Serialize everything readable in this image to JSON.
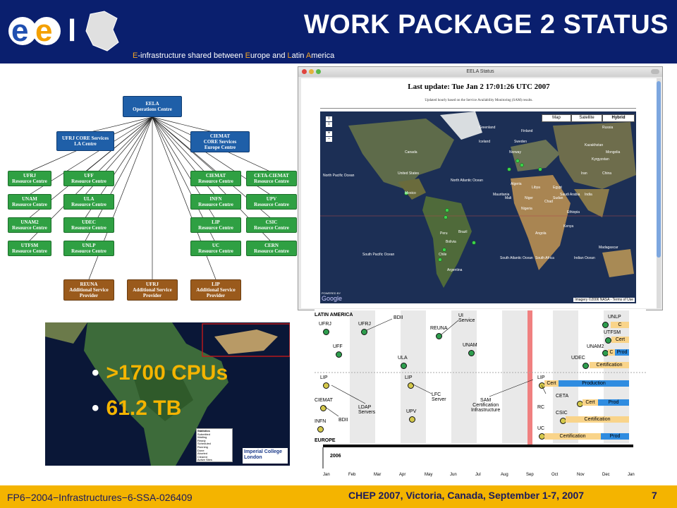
{
  "header": {
    "title": "WORK PACKAGE 2 STATUS",
    "tagline_parts": [
      "E",
      "-infrastructure shared between ",
      "E",
      "urope and ",
      "L",
      "atin ",
      "A",
      "merica"
    ]
  },
  "org_chart": {
    "top": "EELA\nOperations Centre",
    "left_core": "UFRJ CORE Services\nLA Centre",
    "right_core": "CIEMAT\nCORE Services\nEurope Centre",
    "la_resources": [
      [
        "UFRJ\nResource Centre",
        "UFF\nResource Centre"
      ],
      [
        "UNAM\nResource Centre",
        "ULA\nResource Centre"
      ],
      [
        "UNAM2\nResource Centre",
        "UDEC\nResource Centre"
      ],
      [
        "UTFSM\nResource Centre",
        "UNLP\nResource Centre"
      ]
    ],
    "eu_resources": [
      [
        "CIEMAT\nResource Centre",
        "CETA-CIEMAT\nResource Centre"
      ],
      [
        "INFN\nResource Centre",
        "UPV\nResource Centre"
      ],
      [
        "LIP\nResource Centre",
        "CSIC\nResource Centre"
      ],
      [
        "UC\nResource Centre",
        "CERN\nResource Centre"
      ]
    ],
    "providers": [
      "REUNA\nAdditional Service\nProvider",
      "UFRJ\nAdditional Service\nProvider",
      "LIP\nAdditional Service\nProvider"
    ]
  },
  "browser": {
    "window_title": "EELA Status",
    "last_update": "Last update: Tue Jan 2 17:01:26 UTC 2007",
    "update_note": "Updated hourly based on the Service Availability Monitoring (SAM) results.",
    "map_types": [
      "Map",
      "Satellite",
      "Hybrid"
    ],
    "map_labels": [
      "Canada",
      "United States",
      "Mexico",
      "North Pacific Ocean",
      "North Atlantic Ocean",
      "Brazil",
      "Peru",
      "Bolivia",
      "Chile",
      "Argentina",
      "South Pacific Ocean",
      "South Atlantic Ocean",
      "Algeria",
      "Libya",
      "Egypt",
      "Sudan",
      "Nigeria",
      "Angola",
      "South Africa",
      "Madagascar",
      "Indian Ocean",
      "Iran",
      "Saudi Arabia",
      "Kazakhstan",
      "Mongolia",
      "China",
      "India",
      "Russia",
      "Greenland",
      "Iceland",
      "Sweden",
      "Norway",
      "Finland",
      "Ethiopia",
      "Kenya",
      "Mali",
      "Niger",
      "Chad",
      "Mauritania",
      "Kyrgyzstan"
    ],
    "copyright": "Imagery ©2006 NASA - Terms of Use",
    "powered": "POWERED BY",
    "google": "Google"
  },
  "bullets": [
    ">1700 CPUs",
    "61.2 TB"
  ],
  "sa_panel": {
    "stats_title": "Statistics",
    "stats_rows": [
      "Submitted",
      "Waiting",
      "Ready",
      "Scheduled",
      "Running",
      "Done",
      "Aborted",
      "Cleared",
      "Active Sites"
    ],
    "logo": "Imperial College\nLondon"
  },
  "timeline": {
    "region_la": "LATIN AMERICA",
    "region_eu": "EUROPE",
    "year": "2006",
    "months": [
      "Jan",
      "Feb",
      "Mar",
      "Apr",
      "May",
      "Jun",
      "Jul",
      "Aug",
      "Sep",
      "Oct",
      "Nov",
      "Dec",
      "Jan"
    ],
    "la_sites": [
      "UFRJ",
      "UFRJ",
      "UFF",
      "ULA",
      "REUNA",
      "UNAM"
    ],
    "service_labels": [
      "BDII",
      "UI\nService",
      "LFC\nServer",
      "LDAP\nServers",
      "SAM\nCertification\nInfrastructure",
      "BDII"
    ],
    "eu_sites": [
      "LIP",
      "CIEMAT",
      "INFN",
      "LIP",
      "UPV",
      "LIP",
      "RC",
      "CSIC",
      "UC",
      "CETA"
    ],
    "right_sites": [
      "UNLP",
      "UTFSM",
      "UNAM2",
      "UDEC"
    ],
    "bars": [
      "C",
      "Cert",
      "C",
      "Prod",
      "Certification",
      "Cert",
      "Production",
      "Cert",
      "Prod",
      "Certification",
      "Certification",
      "Prod"
    ]
  },
  "footer": {
    "project": "FP6−2004−Infrastructures−6-SSA-026409",
    "event": "CHEP 2007, Victoria, Canada, September 1-7, 2007",
    "page": "7"
  }
}
